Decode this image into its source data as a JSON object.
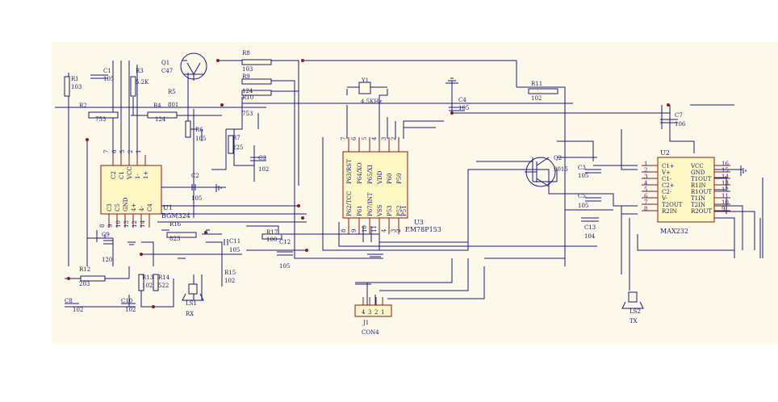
{
  "components": [
    {
      "ref": "R1",
      "value": "103"
    },
    {
      "ref": "C1",
      "value": "105"
    },
    {
      "ref": "R3",
      "value": "5.2K"
    },
    {
      "ref": "Q1",
      "value": "C47"
    },
    {
      "ref": "R8",
      "value": "103"
    },
    {
      "ref": "R9",
      "value": "124"
    },
    {
      "ref": "R10",
      "value": "753"
    },
    {
      "ref": "R2",
      "value": "753"
    },
    {
      "ref": "R4",
      "value": "124"
    },
    {
      "ref": "R5",
      "value": "801"
    },
    {
      "ref": "R6",
      "value": "105"
    },
    {
      "ref": "R7",
      "value": "225"
    },
    {
      "ref": "C3",
      "value": "102"
    },
    {
      "ref": "C2",
      "value": "105"
    },
    {
      "ref": "Y1",
      "value": "4.5KHz"
    },
    {
      "ref": "C4",
      "value": "105"
    },
    {
      "ref": "R11",
      "value": "102"
    },
    {
      "ref": "Q2",
      "value": "9015"
    },
    {
      "ref": "C7",
      "value": "106"
    },
    {
      "ref": "C3",
      "value": "105"
    },
    {
      "ref": "C5",
      "value": "105"
    },
    {
      "ref": "C13",
      "value": "104"
    },
    {
      "ref": "R16",
      "value": "823"
    },
    {
      "ref": "C11",
      "value": "105"
    },
    {
      "ref": "R17",
      "value": "100"
    },
    {
      "ref": "C12",
      "value": "105"
    },
    {
      "ref": "C9",
      "value": "120"
    },
    {
      "ref": "R12",
      "value": "203"
    },
    {
      "ref": "R13",
      "value": "102"
    },
    {
      "ref": "R14",
      "value": "522"
    },
    {
      "ref": "R15",
      "value": "102"
    },
    {
      "ref": "C8",
      "value": "102"
    },
    {
      "ref": "C10",
      "value": "102"
    },
    {
      "ref": "LS1",
      "value": "RX"
    },
    {
      "ref": "LS2",
      "value": "TX"
    },
    {
      "ref": "J1",
      "value": "CON4"
    }
  ],
  "u1": {
    "ref": "U1",
    "part": "BGM324",
    "top_pins": [
      "C2",
      "C1",
      "VCC",
      "1-",
      "1+"
    ],
    "bottom_pins": [
      "C3",
      "C5",
      "GND",
      "4+",
      "4-",
      "C4"
    ],
    "top_nums": [
      "7",
      "6",
      "5",
      "2",
      "1"
    ],
    "bottom_nums": [
      "8",
      "9",
      "10",
      "13",
      "12",
      "14"
    ]
  },
  "u2": {
    "ref": "U2",
    "part": "MAX232",
    "left_pins": [
      "C1+",
      "V+",
      "C1-",
      "C2+",
      "C2-",
      "V-",
      "T2OUT",
      "R2IN"
    ],
    "right_pins": [
      "VCC",
      "GND",
      "T1OUT",
      "R1IN",
      "R1OUT",
      "T1IN",
      "T2IN",
      "R2OUT"
    ],
    "left_nums": [
      "1",
      "2",
      "3",
      "4",
      "5",
      "6",
      "7",
      "8"
    ],
    "right_nums": [
      "16",
      "15",
      "14",
      "13",
      "12",
      "11",
      "10",
      "9"
    ]
  },
  "u3": {
    "ref": "U3",
    "part": "EM78P153",
    "top_pins": [
      "P63/RST",
      "P64/XO",
      "P65/XI",
      "VDD",
      "P60",
      "P50"
    ],
    "bottom_pins": [
      "P62/TCC",
      "P61",
      "P67/INT",
      "VSS",
      "P53",
      "P52",
      "P51"
    ],
    "top_nums": [
      "7",
      "6",
      "5",
      "4",
      "3",
      "2"
    ],
    "bottom_nums": [
      "8",
      "9",
      "10",
      "11",
      "4",
      "3",
      "2"
    ]
  },
  "j1_pins": [
    "4",
    "3",
    "2",
    "1"
  ]
}
